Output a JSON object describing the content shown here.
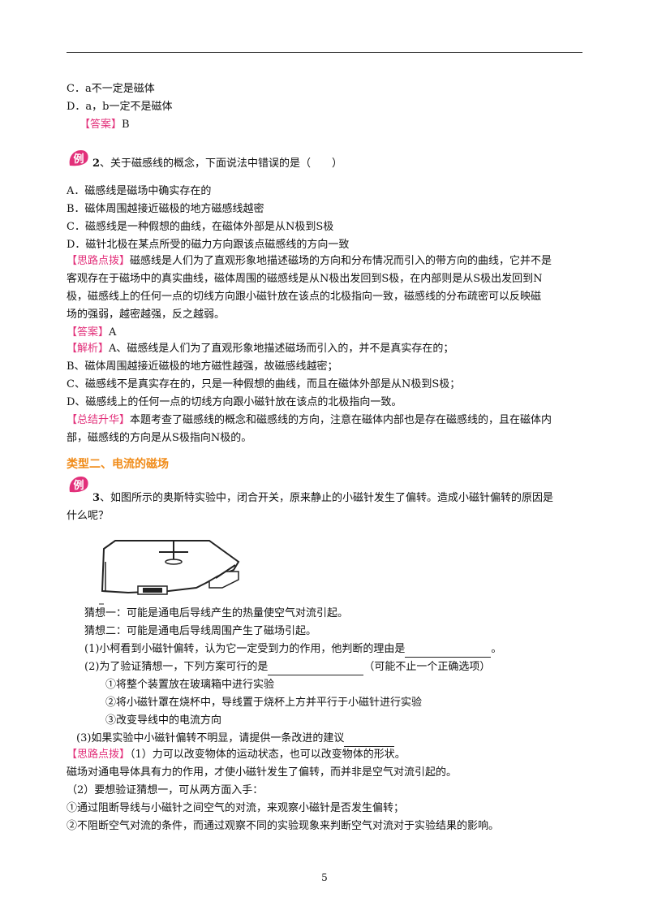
{
  "lines": {
    "l1": "C．a不一定是磁体",
    "l2": "D．a，b一定不是磁体",
    "l3_tag": "【答案】",
    "l3_text": "B",
    "ex_badge": "例",
    "ex2_num": "2",
    "ex2_text": "、关于磁感线的概念，下面说法中错误的是（　　）",
    "opt_a": "A．磁感线是磁场中确实存在的",
    "opt_b": "B．磁体周围越接近磁极的地方磁感线越密",
    "opt_c": "C．磁感线是一种假想的曲线，在磁体外部是从N极到S极",
    "opt_d": "D．磁针北极在某点所受的磁力方向跟该点磁感线的方向一致",
    "silu_tag": "【思路点拨】",
    "silu_1": "磁感线是人们为了直观形象地描述磁场的方向和分布情况而引入的带方向的曲线，它并不是",
    "silu_2": "客观存在于磁场中的真实曲线，磁体周围的磁感线是从N极出发回到S极，在内部则是从S极出发回到N",
    "silu_3": "极，磁感线上的任何一点的切线方向跟小磁针放在该点的北极指向一致，磁感线的分布疏密可以反映磁",
    "silu_4": "场的强弱，越密越强，反之越弱。",
    "ans_tag": "【答案】",
    "ans_text": "A",
    "jx_tag": "【解析】",
    "jx_1": "A、磁感线是人们为了直观形象地描述磁场而引入的，并不是真实存在的；",
    "jx_2": "B、磁体周围越接近磁极的地方磁性越强，故磁感线越密；",
    "jx_3": "C、磁感线不是真实存在的，只是一种假想的曲线，而且在磁体外部是从N极到S极；",
    "jx_4": "D、磁感线上的任何一点的切线方向跟小磁针放在该点的北极指向一致。",
    "zj_tag": "【总结升华】",
    "zj_1": "本题考查了磁感线的概念和磁感线的方向，注意在磁体内部也是存在磁感线的，且在磁体内",
    "zj_2": "部，磁感线的方向是从S极指向N极的。",
    "type2": "类型二、电流的磁场",
    "ex3_num": "3",
    "ex3_1": "、如图所示的奥斯特实验中，闭合开关，原来静止的小磁针发生了偏转。造成小磁针偏转的原因是",
    "ex3_2": "什么呢？",
    "g1": "猜想一：可能是通电后导线产生的热量使空气对流引起。",
    "g2": "猜想二：可能是通电后导线周围产生了磁场引起。",
    "q1": "(1)小柯看到小磁针偏转，认为它一定受到力的作用，他判断的理由是",
    "q1_end": "。",
    "q2": "(2)为了验证猜想一，下列方案可行的是",
    "q2_end": "（可能不止一个正确选项）",
    "o1": "①将整个装置放在玻璃箱中进行实验",
    "o2": "②将小磁针罩在烧杯中，导线置于烧杯上方并平行于小磁针进行实验",
    "o3": "③改变导线中的电流方向",
    "q3": "(3)如果实验中小磁针偏转不明显，请提供一条改进的建议",
    "s2_tag": "【思路点拨】",
    "s2_1": "（1）力可以改变物体的运动状态，也可以改变物体的形状。",
    "s2_2": "磁场对通电导体具有力的作用，才使小磁针发生了偏转，而并非是空气对流引起的。",
    "s2_3": "（2）要想验证猜想一，可从两方面入手：",
    "s2_4": "①通过阻断导线与小磁针之间空气的对流，来观察小磁针是否发生偏转；",
    "s2_5": "②不阻断空气对流的条件，而通过观察不同的实验现象来判断空气对流对于实验结果的影响。"
  },
  "page_number": "5",
  "colors": {
    "tag": "#e2307a",
    "heading": "#f08c1a",
    "badge": "#e2307a"
  }
}
